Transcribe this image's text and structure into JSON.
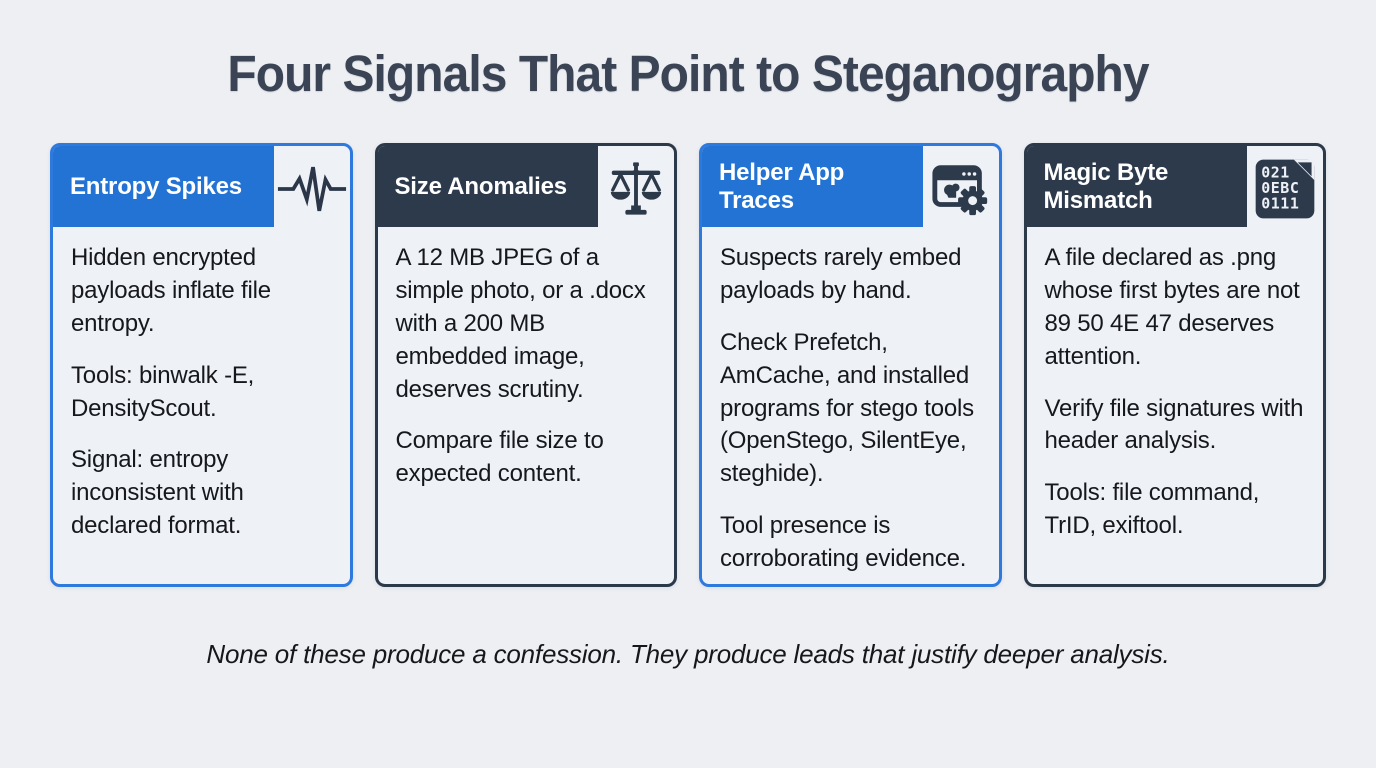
{
  "page": {
    "title": "Four Signals That Point to Steganography",
    "footer_note": "None of these produce a confession. They produce leads that justify deeper analysis."
  },
  "colors": {
    "background": "#edeff3",
    "card_background": "#eef1f6",
    "accent_blue": "#2273d4",
    "accent_dark": "#2d3a4c",
    "title_color": "#3b4454",
    "body_text": "#16181c"
  },
  "cards": [
    {
      "title": "Entropy Spikes",
      "accent": "blue",
      "icon": "waveform-icon",
      "paragraphs": [
        "Hidden encrypted payloads inflate file entropy.",
        "Tools: binwalk -E, DensityScout.",
        "Signal: entropy inconsistent with declared format."
      ]
    },
    {
      "title": "Size Anomalies",
      "accent": "dark",
      "icon": "scales-icon",
      "paragraphs": [
        "A 12 MB JPEG of a simple photo, or a .docx with a 200 MB embedded image, deserves scrutiny.",
        "Compare file size to expected content."
      ]
    },
    {
      "title": "Helper App Traces",
      "accent": "blue",
      "icon": "app-window-gear-icon",
      "paragraphs": [
        "Suspects rarely embed payloads by hand.",
        "Check Prefetch, AmCache, and installed programs for stego tools (OpenStego, SilentEye, steghide).",
        "Tool presence is corroborating evidence."
      ]
    },
    {
      "title": "Magic Byte Mismatch",
      "accent": "dark",
      "icon": "binary-file-icon",
      "icon_lines": [
        "021",
        "0EBC",
        "0111"
      ],
      "paragraphs": [
        "A file declared as .png whose first bytes are not 89 50 4E 47 deserves attention.",
        "Verify file signatures with header analysis.",
        "Tools: file command, TrID, exiftool."
      ]
    }
  ]
}
